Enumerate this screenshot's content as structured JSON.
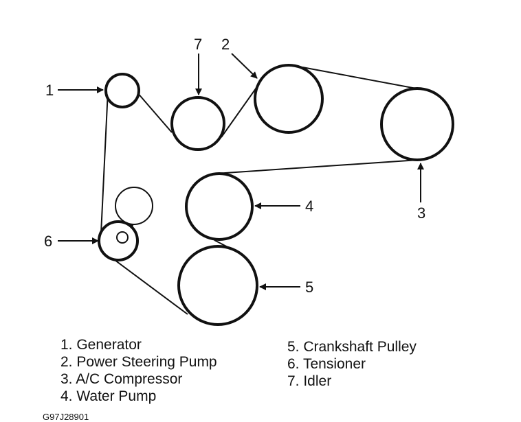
{
  "callouts": {
    "generator": "1",
    "power_steering_pump": "2",
    "ac_compressor": "3",
    "water_pump": "4",
    "crankshaft_pulley": "5",
    "tensioner": "6",
    "idler": "7"
  },
  "legend": [
    "1. Generator",
    "2. Power Steering Pump",
    "3. A/C Compressor",
    "4. Water Pump",
    "5. Crankshaft Pulley",
    "6. Tensioner",
    "7. Idler"
  ],
  "figure_code": "G97J28901",
  "colors": {
    "line": "#111111",
    "background": "#ffffff"
  }
}
